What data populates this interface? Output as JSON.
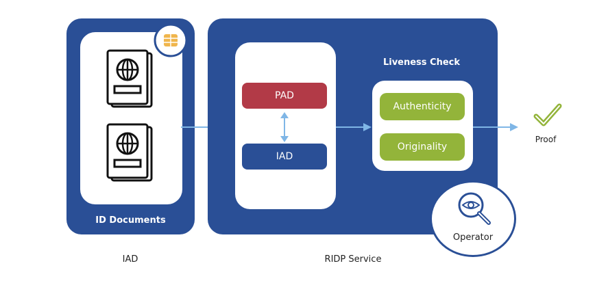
{
  "id_documents": {
    "title": "ID Documents"
  },
  "ridp": {
    "pad_label": "PAD",
    "iad_label": "IAD",
    "liveness_title": "Liveness Check",
    "authenticity_label": "Authenticity",
    "originality_label": "Originality",
    "operator_label": "Operator"
  },
  "proof_label": "Proof",
  "captions": {
    "left": "IAD",
    "right": "RIDP Service"
  },
  "colors": {
    "panel_blue": "#2a4f96",
    "pad_red": "#b23a47",
    "iad_blue": "#2a4f96",
    "green": "#93b43a",
    "arrow": "#7fb6e6",
    "chip": "#f0b64d"
  }
}
